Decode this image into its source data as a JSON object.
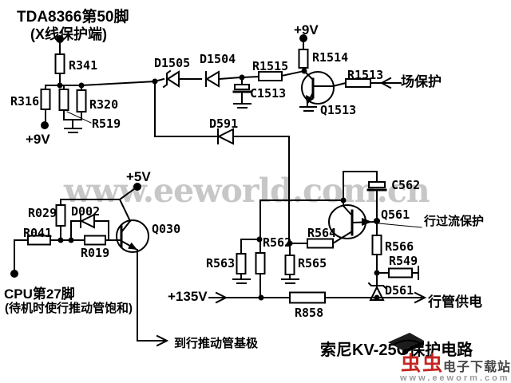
{
  "title": {
    "text": "索尼KV-25G保护电路"
  },
  "watermark": {
    "text": "www.eeworld.com.cn",
    "color": "#c7c7c7"
  },
  "logo": {
    "brand": "虫虫",
    "site_name": "电子下载站",
    "site_url": "www.eeworm.com",
    "brand_color": "#c62420"
  },
  "schematic": {
    "ic_pin_label": "TDA8366第50脚",
    "ic_pin_note": "(X线保护端)",
    "cpu_pin_label": "CPU第27脚",
    "cpu_pin_note": "(待机时使行推动管饱和)",
    "nets": {
      "p9v_left": "+9V",
      "p9v_top": "+9V",
      "p5v": "+5V",
      "p135v": "+135V"
    },
    "io": {
      "field_protect": "场保护",
      "line_overcurrent": "行过流保护",
      "line_supply": "行管供电",
      "to_line_driver_base": "到行推动管基极"
    },
    "components": {
      "r341": "R341",
      "r316": "R316",
      "r320": "R320",
      "r519": "R519",
      "d1505": "D1505",
      "d1504": "D1504",
      "c1513": "C1513",
      "r1515": "R1515",
      "r1514": "R1514",
      "q1513": "Q1513",
      "r1513": "R1513",
      "d591": "D591",
      "r029": "R029",
      "d002": "D002",
      "r041": "R041",
      "r019": "R019",
      "q030": "Q030",
      "c562": "C562",
      "q561": "Q561",
      "r562": "R562",
      "r563": "R563",
      "r564": "R564",
      "r565": "R565",
      "r566": "R566",
      "r549": "R549",
      "d561": "D561",
      "r858": "R858"
    }
  }
}
